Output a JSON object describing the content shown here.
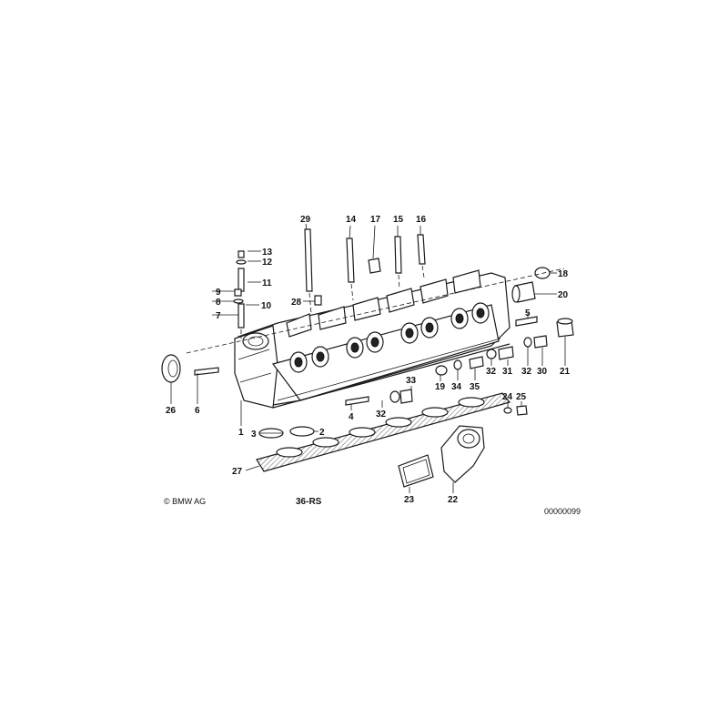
{
  "callouts": [
    "29",
    "14",
    "17",
    "15",
    "16",
    "13",
    "12",
    "11",
    "9",
    "10",
    "8",
    "28",
    "7",
    "18",
    "20",
    "5",
    "26",
    "6",
    "1",
    "3",
    "2",
    "4",
    "27",
    "19",
    "33",
    "34",
    "35",
    "32",
    "31",
    "30",
    "21",
    "24",
    "25",
    "23",
    "22"
  ],
  "captions": {
    "copyright": "© BMW AG",
    "group": "36-RS",
    "image_number": "00000099"
  }
}
